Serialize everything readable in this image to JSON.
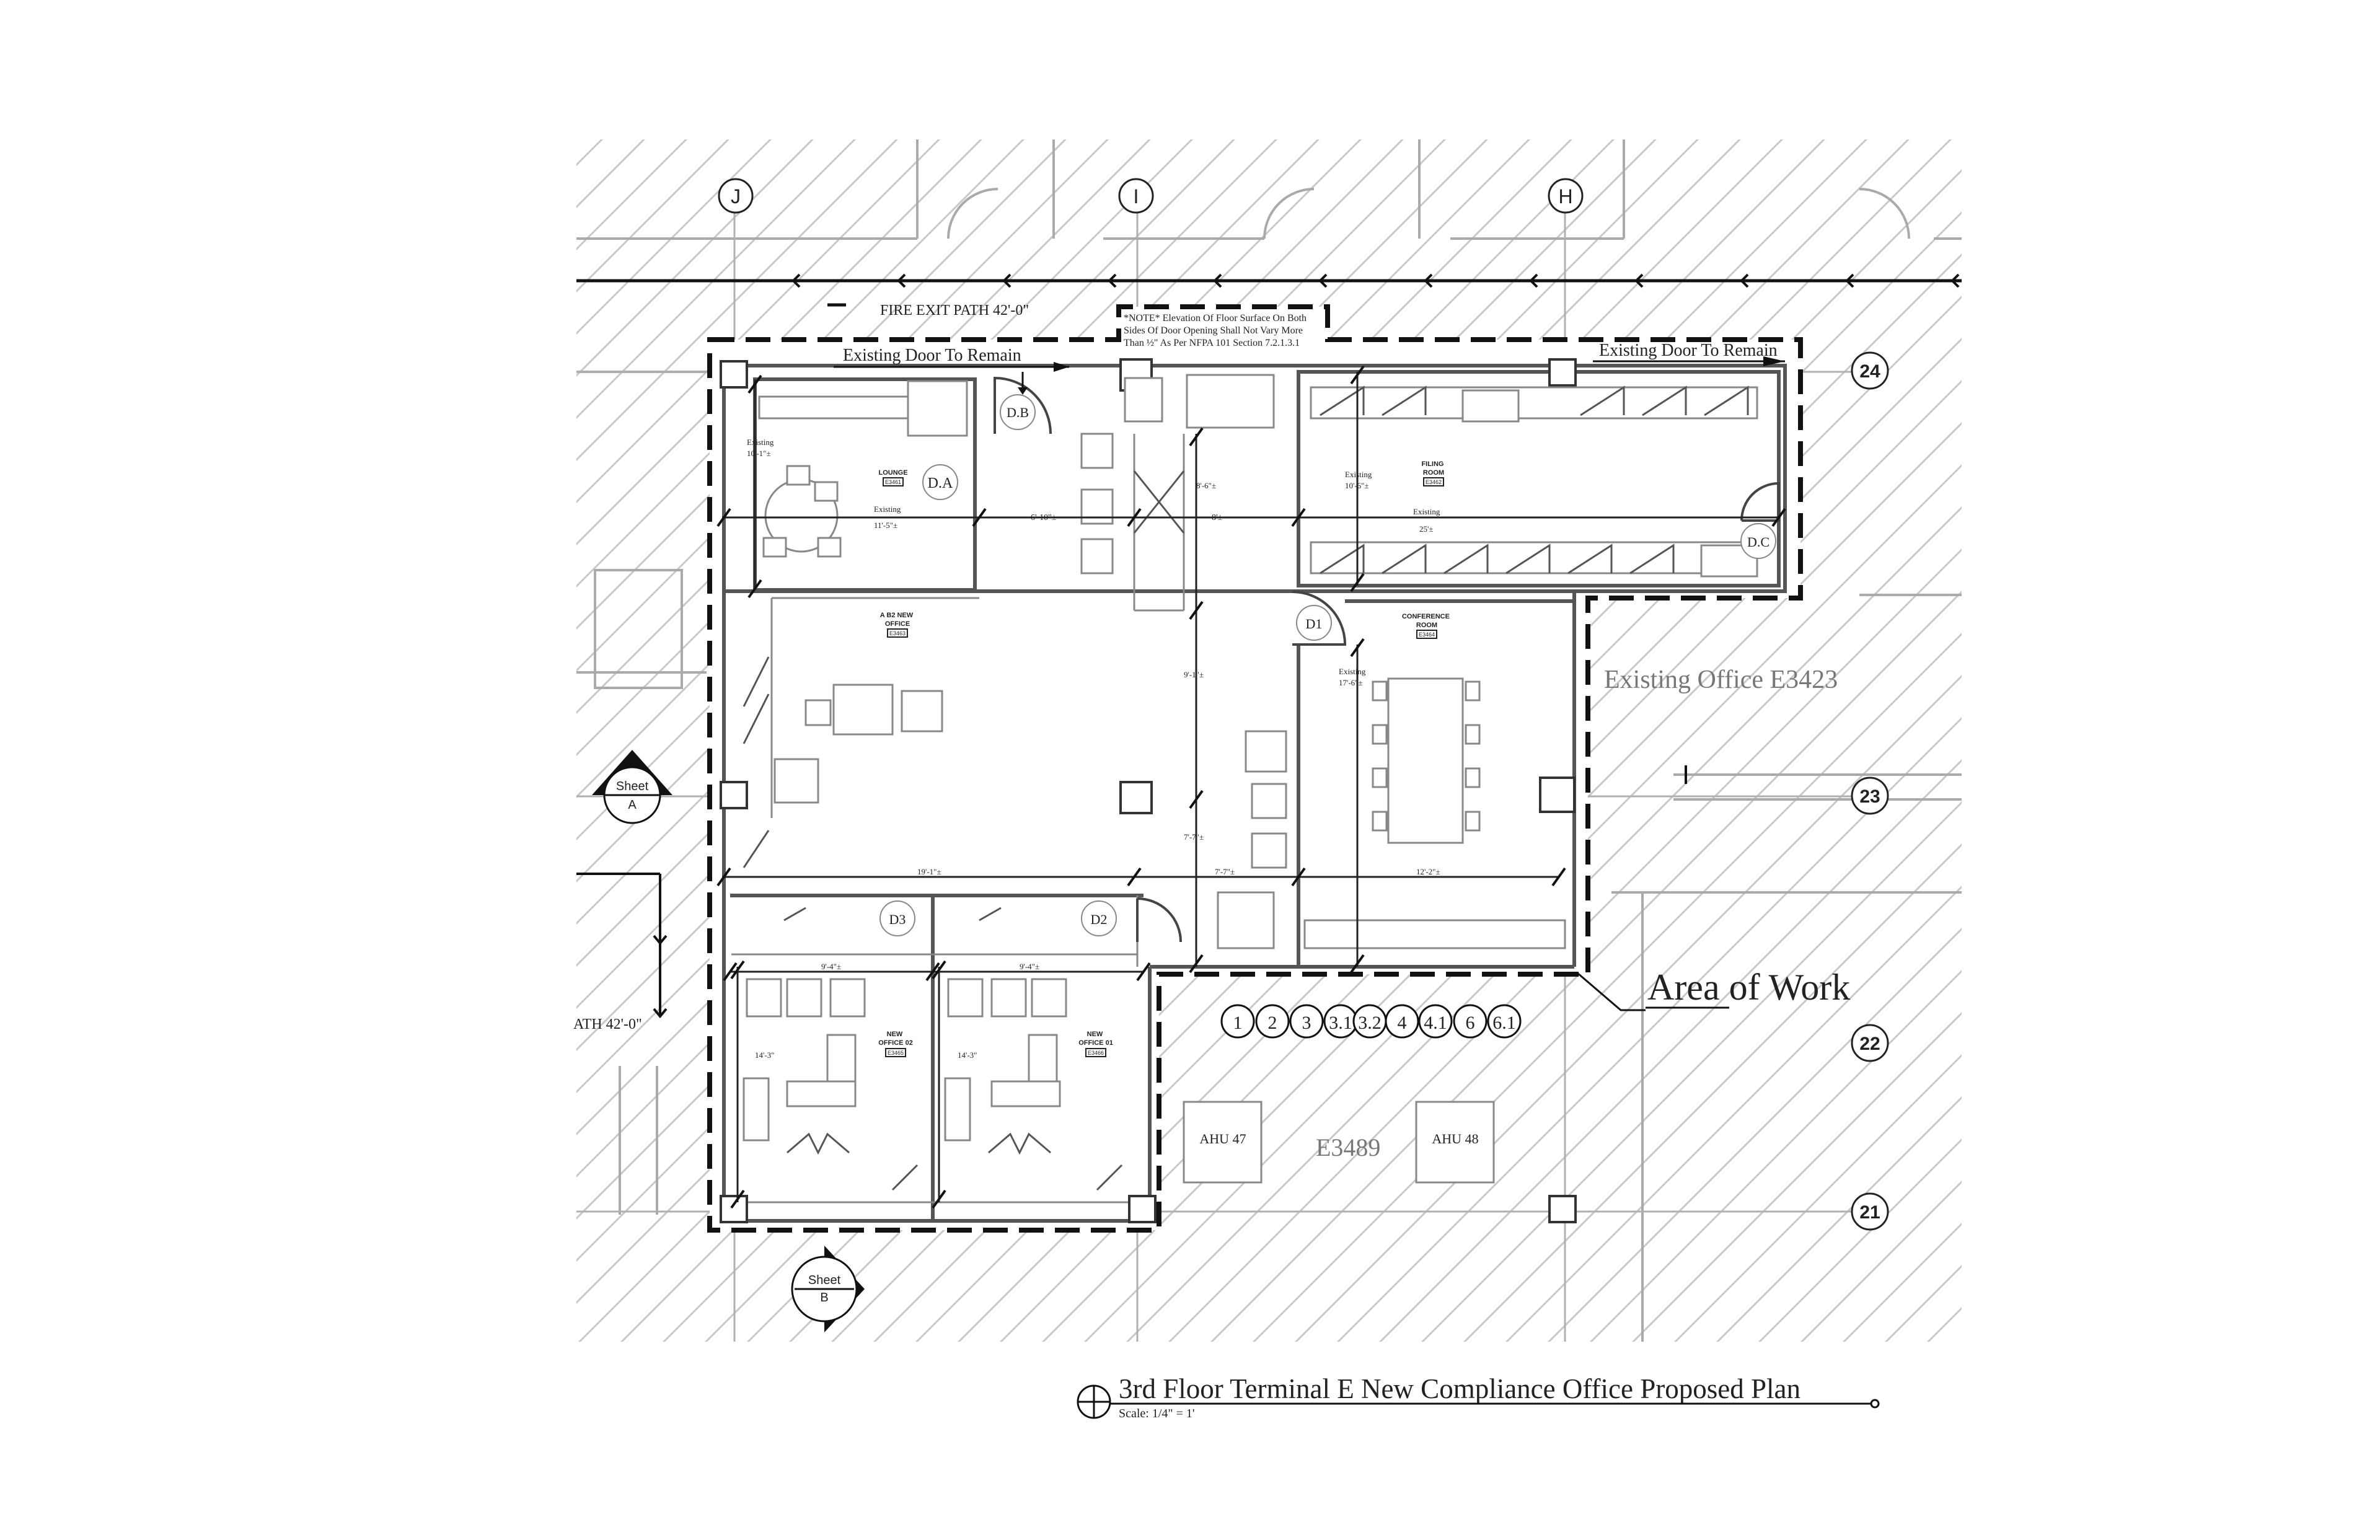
{
  "plan": {
    "title": "3rd Floor Terminal E New Compliance Office Proposed Plan",
    "scale": "Scale: 1/4\" = 1'"
  },
  "grid_labels": {
    "columns": [
      "J",
      "I",
      "H"
    ],
    "rows": [
      "24",
      "23",
      "22",
      "21"
    ]
  },
  "notes": {
    "fire_exit_path": "FIRE EXIT PATH 42'-0\"",
    "fire_exit_path_partial": "ATH 42'-0\"",
    "existing_door_left": "Existing Door To Remain",
    "existing_door_right": "Existing Door To Remain",
    "elevation_note": [
      "*NOTE* Elevation Of Floor Surface On Both",
      "Sides Of Door Opening Shall Not Vary More",
      "Than ½\" As Per NFPA 101 Section 7.2.1.3.1"
    ],
    "area_of_work": "Area of Work",
    "existing_office": "Existing Office E3423",
    "e3489": "E3489",
    "ahu_47": "AHU 47",
    "ahu_48": "AHU 48"
  },
  "sections": [
    {
      "label": "Sheet",
      "letter": "A"
    },
    {
      "label": "Sheet",
      "letter": "B"
    }
  ],
  "rooms": [
    {
      "name": "LOUNGE",
      "number": "E3461"
    },
    {
      "name": "FILING ROOM",
      "number": "E3462"
    },
    {
      "name": "A B2 NEW OFFICE",
      "number": "E3463"
    },
    {
      "name": "CONFERENCE ROOM",
      "number": "E3464"
    },
    {
      "name": "NEW OFFICE 02",
      "number": "E3465"
    },
    {
      "name": "NEW OFFICE 01",
      "number": "E3466"
    }
  ],
  "door_tags": [
    "D.A",
    "D.B",
    "D.C",
    "D1",
    "D2",
    "D3"
  ],
  "keynotes": [
    "1",
    "2",
    "3",
    "3.1",
    "3.2",
    "4",
    "4.1",
    "6",
    "6.1"
  ],
  "dimensions": {
    "lounge_v_label": "Existing",
    "lounge_v": "10'-1\"±",
    "lounge_h_label": "Existing",
    "lounge_h": "11'-5\"±",
    "corridor": "6'-10\"±",
    "corridor_v": "8'-6\"±",
    "corridor_h": "8'±",
    "filing_v_label": "Existing",
    "filing_v": "10'-6\"±",
    "filing_h_label": "Existing",
    "filing_h": "25'±",
    "mid_v": "9'-1\"±",
    "conf_v_label": "Existing",
    "conf_v": "17'-6\"±",
    "lower_v": "7'-7\"±",
    "office_row_h": "19'-1\"±",
    "mid_h": "7'-7\"±",
    "conf_h": "12'-2\"±",
    "office02_w": "9'-4\"±",
    "office01_w": "9'-4\"±",
    "office02_d": "14'-3\"",
    "office01_d": "14'-3\""
  }
}
